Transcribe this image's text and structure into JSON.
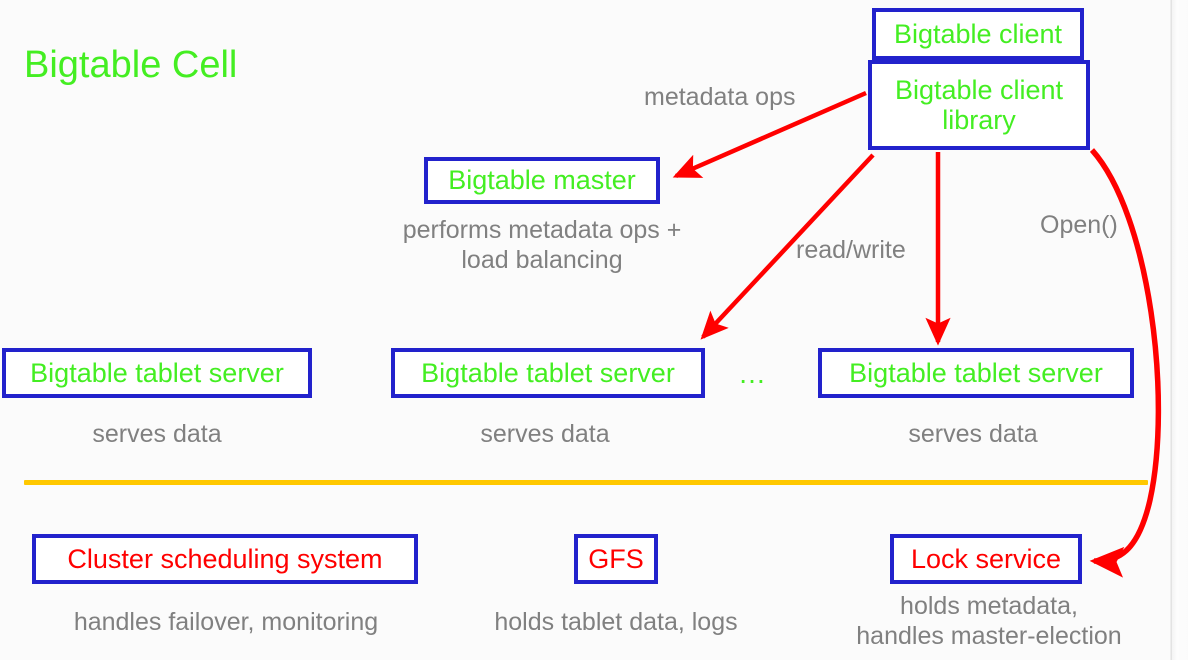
{
  "diagram": {
    "title": "Bigtable Cell",
    "colors": {
      "box_border": "#2222cc",
      "text_green": "#44ee22",
      "text_red": "#ff0000",
      "caption_gray": "#808080",
      "arrow_red": "#ff0000",
      "divider_yellow": "#ffc800",
      "background": "#fbfbfb"
    },
    "client_stack": {
      "client_label": "Bigtable client",
      "client_library_label": "Bigtable client\nlibrary"
    },
    "master": {
      "label": "Bigtable master",
      "caption": "performs metadata ops +\nload balancing"
    },
    "tablet_servers": [
      {
        "label": "Bigtable tablet server",
        "caption": "serves data"
      },
      {
        "label": "Bigtable tablet server",
        "caption": "serves data"
      },
      {
        "label": "Bigtable tablet server",
        "caption": "serves data"
      }
    ],
    "ellipsis": "…",
    "infrastructure": [
      {
        "label": "Cluster scheduling system",
        "caption": "handles failover, monitoring"
      },
      {
        "label": "GFS",
        "caption": "holds tablet data, logs"
      },
      {
        "label": "Lock service",
        "caption": "holds metadata,\nhandles master-election"
      }
    ],
    "arrow_labels": {
      "metadata_ops": "metadata ops",
      "read_write": "read/write",
      "open": "Open()"
    }
  }
}
